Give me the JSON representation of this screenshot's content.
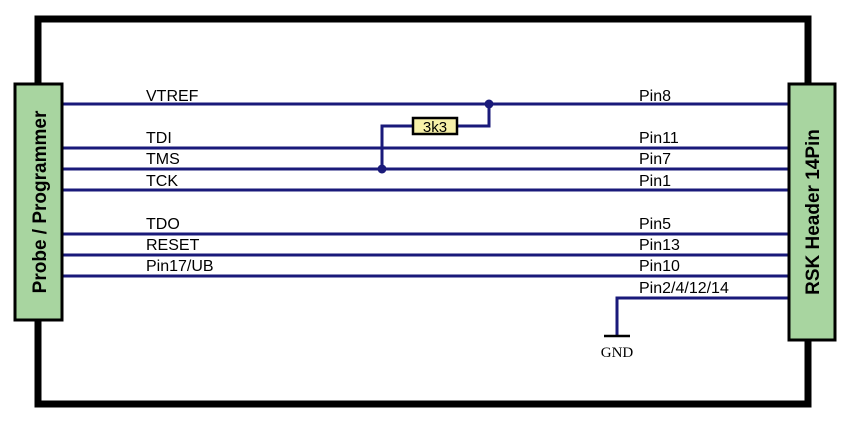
{
  "left_connector": {
    "label": "Probe / Programmer"
  },
  "right_connector": {
    "label": "RSK Header 14Pin"
  },
  "resistor": {
    "label": "3k3"
  },
  "ground": {
    "label": "GND"
  },
  "signals": [
    {
      "name": "VTREF",
      "pin": "Pin8"
    },
    {
      "name": "TDI",
      "pin": "Pin11"
    },
    {
      "name": "TMS",
      "pin": "Pin7"
    },
    {
      "name": "TCK",
      "pin": "Pin1"
    },
    {
      "name": "TDO",
      "pin": "Pin5"
    },
    {
      "name": "RESET",
      "pin": "Pin13"
    },
    {
      "name": "Pin17/UB",
      "pin": "Pin10"
    }
  ],
  "gnd_pins": {
    "pin": "Pin2/4/12/14"
  },
  "colors": {
    "wire": "#1a1a7a",
    "frame": "#000000",
    "connector_fill": "#a8d5a0",
    "resistor_fill": "#f7f1a8"
  }
}
